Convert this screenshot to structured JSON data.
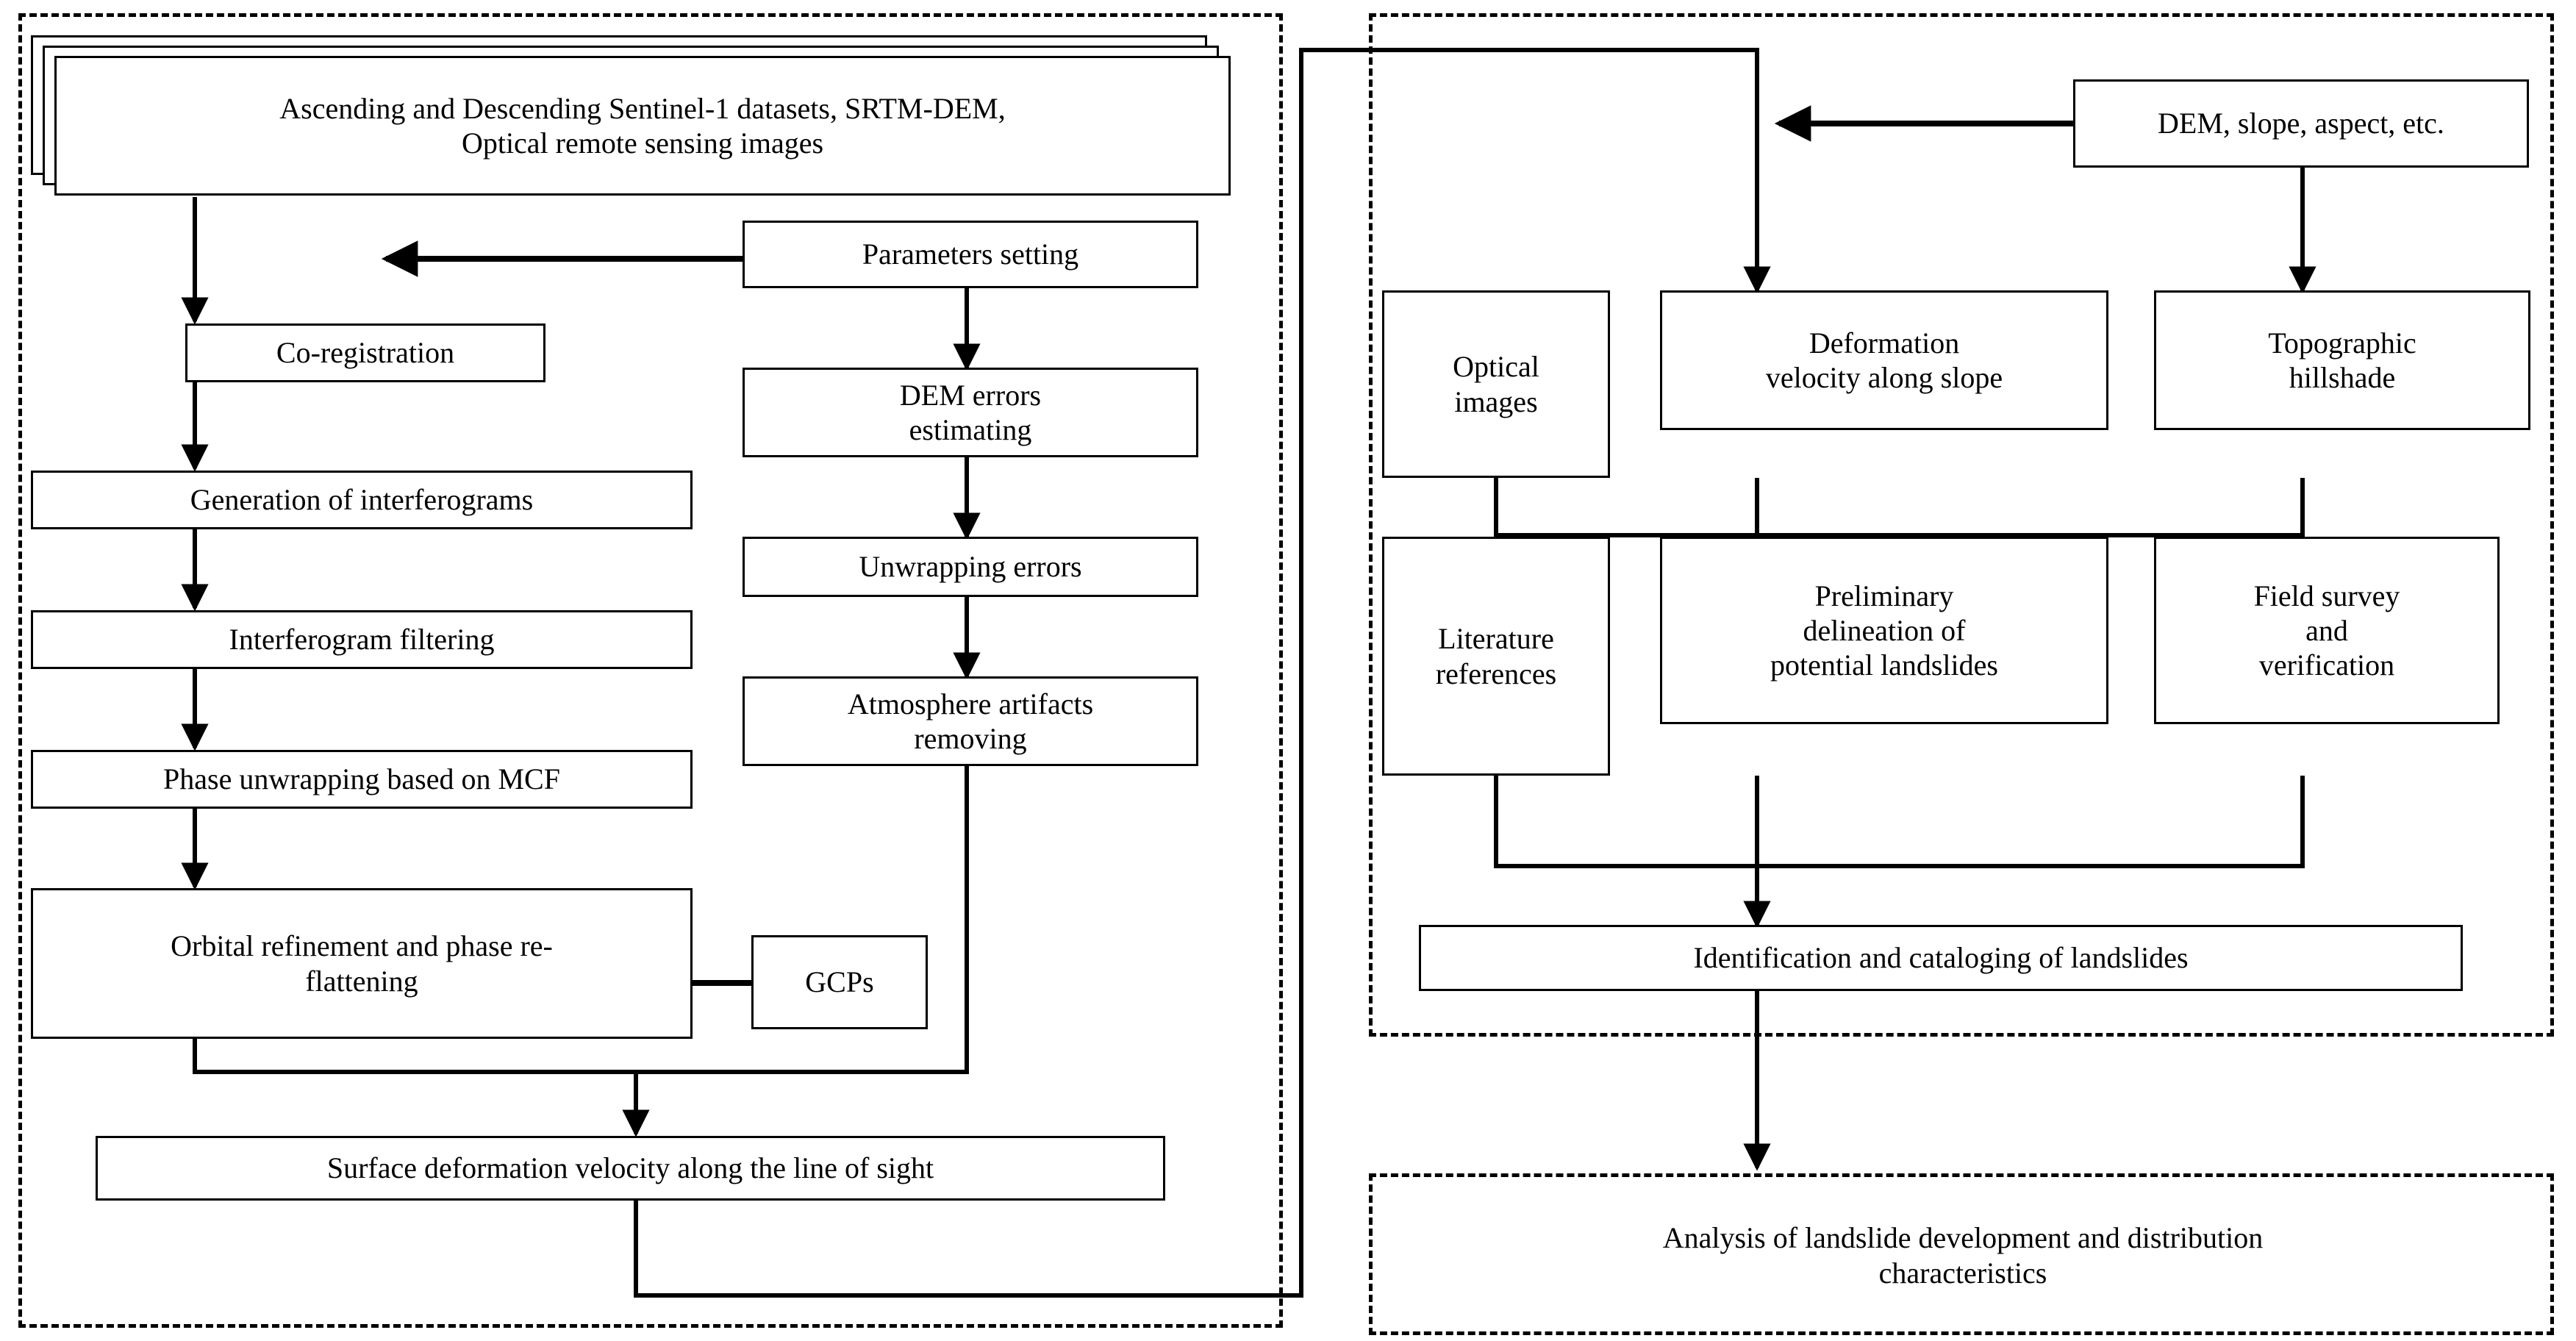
{
  "diagram": {
    "title": "Landslide identification workflow flowchart",
    "type": "flowchart",
    "line_color": "#000000",
    "background_color": "#ffffff",
    "border_style": "dashed"
  },
  "groups": [
    {
      "name": "insar-processing-group",
      "label": ""
    },
    {
      "name": "landslide-identification-group",
      "label": ""
    },
    {
      "name": "analysis-group",
      "label": ""
    }
  ],
  "nodes": {
    "datasets": "Ascending and Descending Sentinel-1 datasets, SRTM-DEM,\nOptical remote sensing images",
    "parameters_setting": "Parameters setting",
    "co_registration": "Co-registration",
    "generation_interferograms": "Generation of interferograms",
    "interferogram_filtering": "Interferogram filtering",
    "phase_unwrapping": "Phase unwrapping based on MCF",
    "orbital_refinement": "Orbital refinement and phase re-\nflattening",
    "gcps": "GCPs",
    "dem_errors": "DEM errors\nestimating",
    "unwrapping_errors": "Unwrapping errors",
    "atmosphere_artifacts": "Atmosphere artifacts\nremoving",
    "surface_deformation": "Surface deformation velocity along the line of sight",
    "dem_slope_aspect": "DEM, slope, aspect, etc.",
    "optical_images": "Optical\nimages",
    "deformation_velocity_slope": "Deformation\nvelocity along slope",
    "topographic_hillshade": "Topographic\nhillshade",
    "literature_references": "Literature\nreferences",
    "preliminary_delineation": "Preliminary\ndelineation of\npotential landslides",
    "field_survey": "Field survey\nand\nverification",
    "identification_cataloging": "Identification and cataloging of landslides",
    "analysis_characteristics": "Analysis of landslide development and distribution\ncharacteristics"
  },
  "edges": [
    {
      "from": "datasets",
      "to": "co-registration"
    },
    {
      "from": "parameters-setting",
      "to": "datasets-to-coregistration-line"
    },
    {
      "from": "co-registration",
      "to": "generation-of-interferograms"
    },
    {
      "from": "generation-of-interferograms",
      "to": "interferogram-filtering"
    },
    {
      "from": "interferogram-filtering",
      "to": "phase-unwrapping-based-on-mcf"
    },
    {
      "from": "phase-unwrapping-based-on-mcf",
      "to": "orbital-refinement"
    },
    {
      "from": "gcps",
      "to": "orbital-refinement"
    },
    {
      "from": "parameters-setting",
      "to": "dem-errors-estimating"
    },
    {
      "from": "dem-errors-estimating",
      "to": "unwrapping-errors"
    },
    {
      "from": "unwrapping-errors",
      "to": "atmosphere-artifacts-removing"
    },
    {
      "from": "orbital-refinement",
      "to": "surface-deformation-velocity"
    },
    {
      "from": "atmosphere-artifacts-removing",
      "to": "surface-deformation-velocity"
    },
    {
      "from": "surface-deformation-velocity",
      "to": "deformation-velocity-along-slope"
    },
    {
      "from": "dem-slope-aspect",
      "to": "deformation-velocity-along-slope"
    },
    {
      "from": "dem-slope-aspect",
      "to": "topographic-hillshade"
    },
    {
      "from": "optical-images",
      "to": "preliminary-delineation"
    },
    {
      "from": "deformation-velocity-along-slope",
      "to": "preliminary-delineation"
    },
    {
      "from": "topographic-hillshade",
      "to": "preliminary-delineation"
    },
    {
      "from": "literature-references",
      "to": "identification-and-cataloging"
    },
    {
      "from": "preliminary-delineation",
      "to": "identification-and-cataloging"
    },
    {
      "from": "field-survey",
      "to": "identification-and-cataloging"
    },
    {
      "from": "identification-and-cataloging",
      "to": "analysis-of-landslide-development"
    }
  ]
}
